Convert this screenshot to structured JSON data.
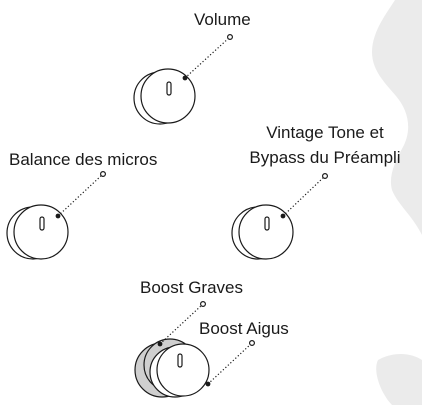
{
  "labels": {
    "volume": "Volume",
    "balance": "Balance des micros",
    "vintage_line1": "Vintage Tone et",
    "vintage_line2": "Bypass du Préampli",
    "boost_graves": "Boost Graves",
    "boost_aigus": "Boost Aigus"
  },
  "colors": {
    "stroke": "#1a1a1a",
    "watermark": "#ebebeb",
    "bass_knob_fill": "#cfcfcf"
  }
}
